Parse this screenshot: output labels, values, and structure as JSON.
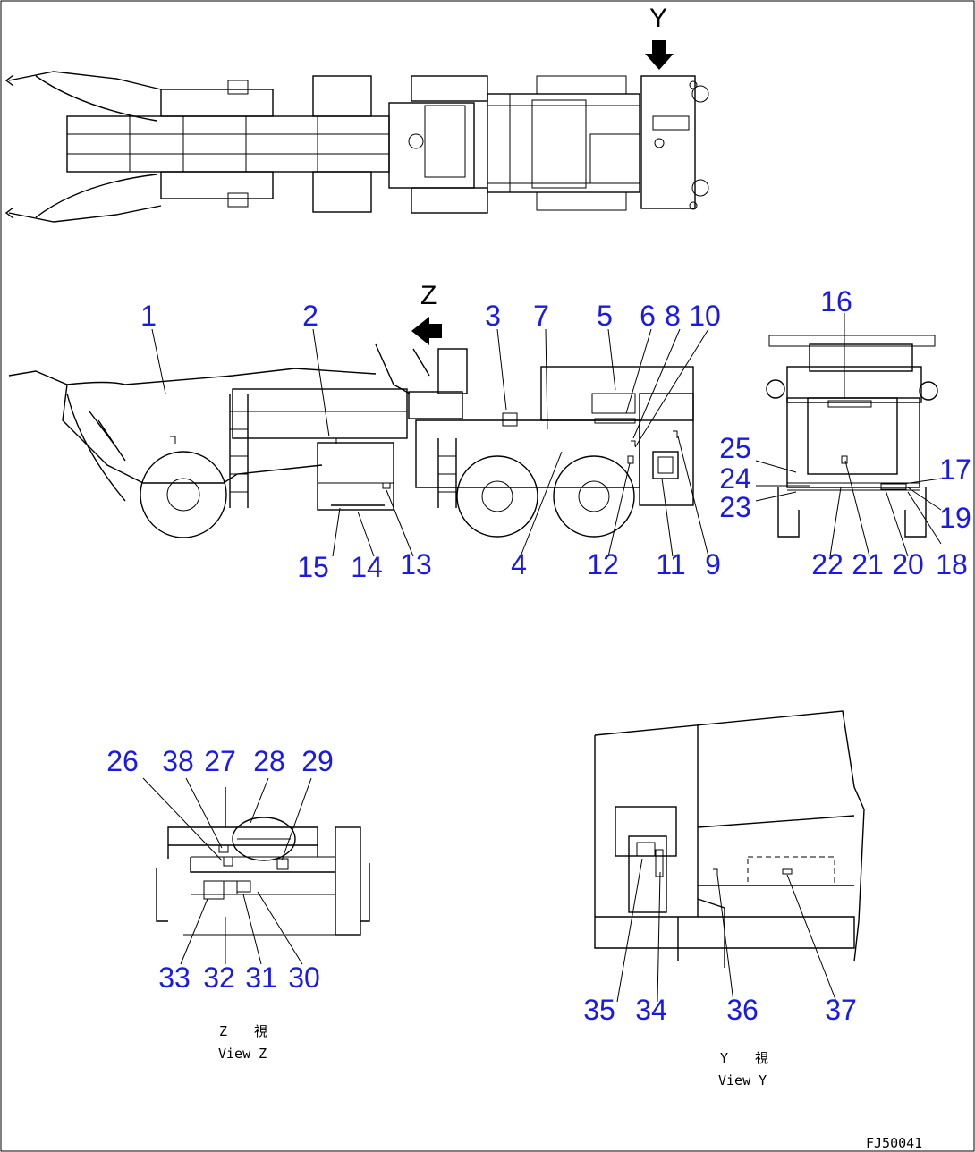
{
  "view_markers": {
    "y": "Y",
    "z": "Z"
  },
  "callouts": {
    "c1": "1",
    "c2": "2",
    "c3": "3",
    "c4": "4",
    "c5": "5",
    "c6": "6",
    "c7": "7",
    "c8": "8",
    "c9": "9",
    "c10": "10",
    "c11": "11",
    "c12": "12",
    "c13": "13",
    "c14": "14",
    "c15": "15",
    "c16": "16",
    "c17": "17",
    "c18": "18",
    "c19": "19",
    "c20": "20",
    "c21": "21",
    "c22": "22",
    "c23": "23",
    "c24": "24",
    "c25": "25",
    "c26": "26",
    "c27": "27",
    "c28": "28",
    "c29": "29",
    "c30": "30",
    "c31": "31",
    "c32": "32",
    "c33": "33",
    "c34": "34",
    "c35": "35",
    "c36": "36",
    "c37": "37",
    "c38": "38"
  },
  "captions": {
    "view_z_jp": "Z　　視",
    "view_z_en": "View Z",
    "view_y_jp": "Y　　視",
    "view_y_en": "View Y"
  },
  "drawing_code": "FJ50041"
}
